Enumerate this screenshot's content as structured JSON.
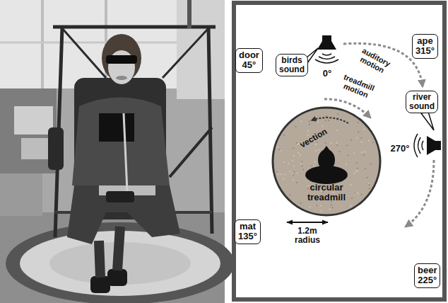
{
  "diagram": {
    "nodes": [
      {
        "text": [
          "door 45°"
        ]
      },
      {
        "text": [
          "birds sound"
        ]
      },
      {
        "text": [
          "ape 315°"
        ]
      },
      {
        "text": [
          "river sound"
        ]
      },
      {
        "text": [
          "circular treadmill"
        ]
      },
      {
        "text": [
          "mat 135°"
        ]
      },
      {
        "text": [
          "beer 225°"
        ]
      }
    ],
    "labels": [
      "0°",
      "auditory motion",
      "treadmill motion",
      "vection",
      "270°",
      "1.2m radius"
    ]
  }
}
